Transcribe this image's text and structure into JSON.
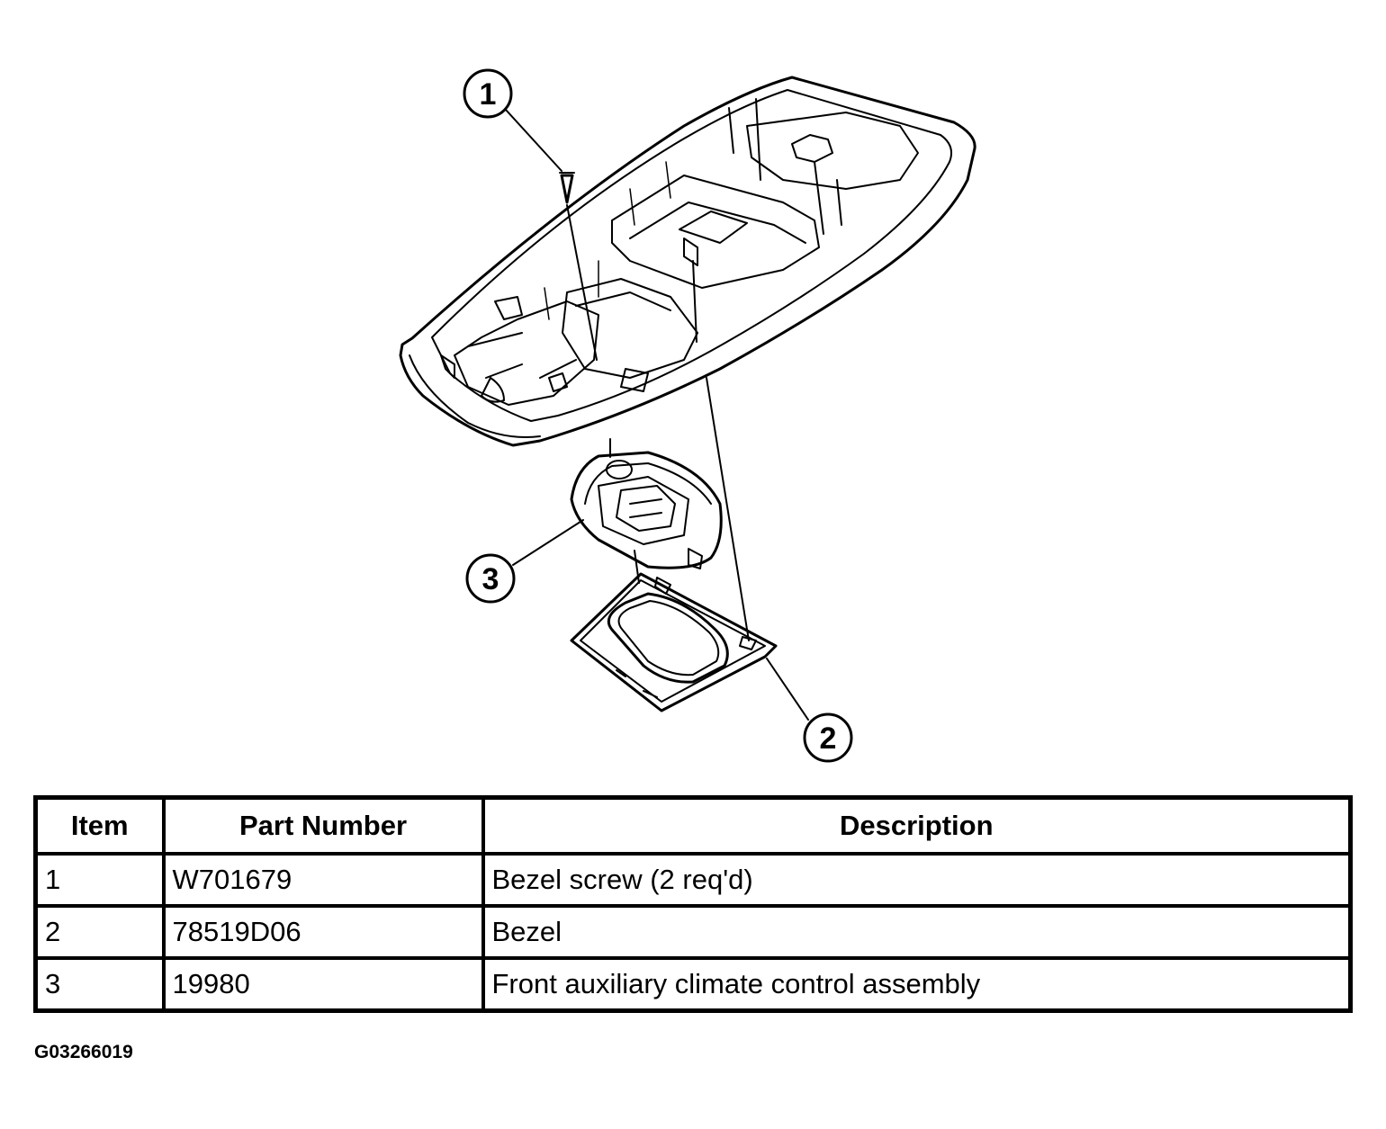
{
  "callouts": {
    "c1": "1",
    "c2": "2",
    "c3": "3"
  },
  "table": {
    "headers": {
      "item": "Item",
      "part_number": "Part Number",
      "description": "Description"
    },
    "rows": [
      {
        "item": "1",
        "part_number": "W701679",
        "description": "Bezel screw (2 req'd)"
      },
      {
        "item": "2",
        "part_number": "78519D06",
        "description": "Bezel"
      },
      {
        "item": "3",
        "part_number": "19980",
        "description": "Front auxiliary climate control assembly"
      }
    ]
  },
  "figure_id": "G03266019"
}
